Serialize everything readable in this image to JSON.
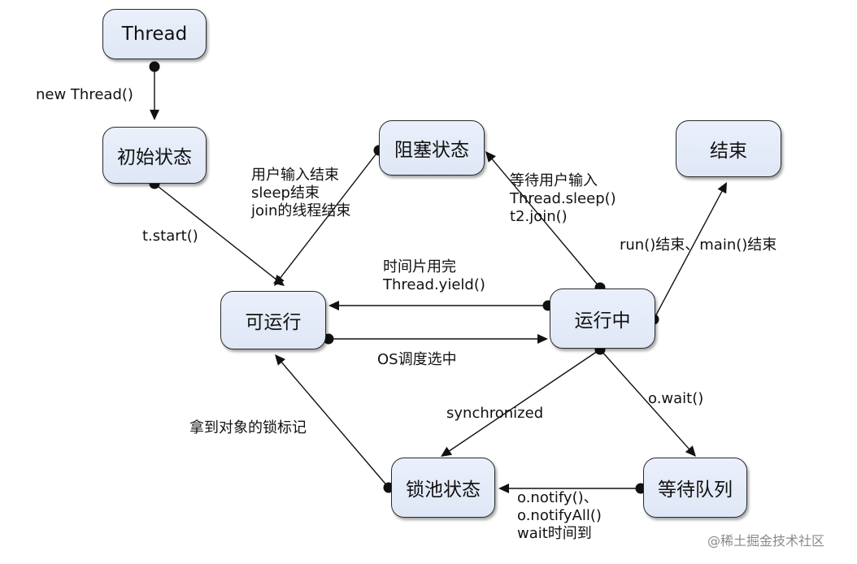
{
  "states": {
    "thread": "Thread",
    "initial": "初始状态",
    "blocked": "阻塞状态",
    "ended": "结束",
    "runnable": "可运行",
    "running": "运行中",
    "lock_pool": "锁池状态",
    "wait_queue": "等待队列"
  },
  "transitions": {
    "new_thread": "new Thread()",
    "start": "t.start()",
    "unblock": [
      "用户输入结束",
      "sleep结束",
      "join的线程结束"
    ],
    "block": [
      "等待用户输入",
      "Thread.sleep()",
      "t2.join()"
    ],
    "finish": "run()结束、main()结束",
    "yield": [
      "时间片用完",
      "Thread.yield()"
    ],
    "schedule": "OS调度选中",
    "synchronized": "synchronized",
    "wait": "o.wait()",
    "acquire_lock": "拿到对象的锁标记",
    "notify": [
      "o.notify()、",
      "o.notifyAll()",
      "wait时间到"
    ]
  },
  "watermark": "@稀土掘金技术社区",
  "colors": {
    "node_fill": "#e3eaf8",
    "line": "#111111"
  }
}
